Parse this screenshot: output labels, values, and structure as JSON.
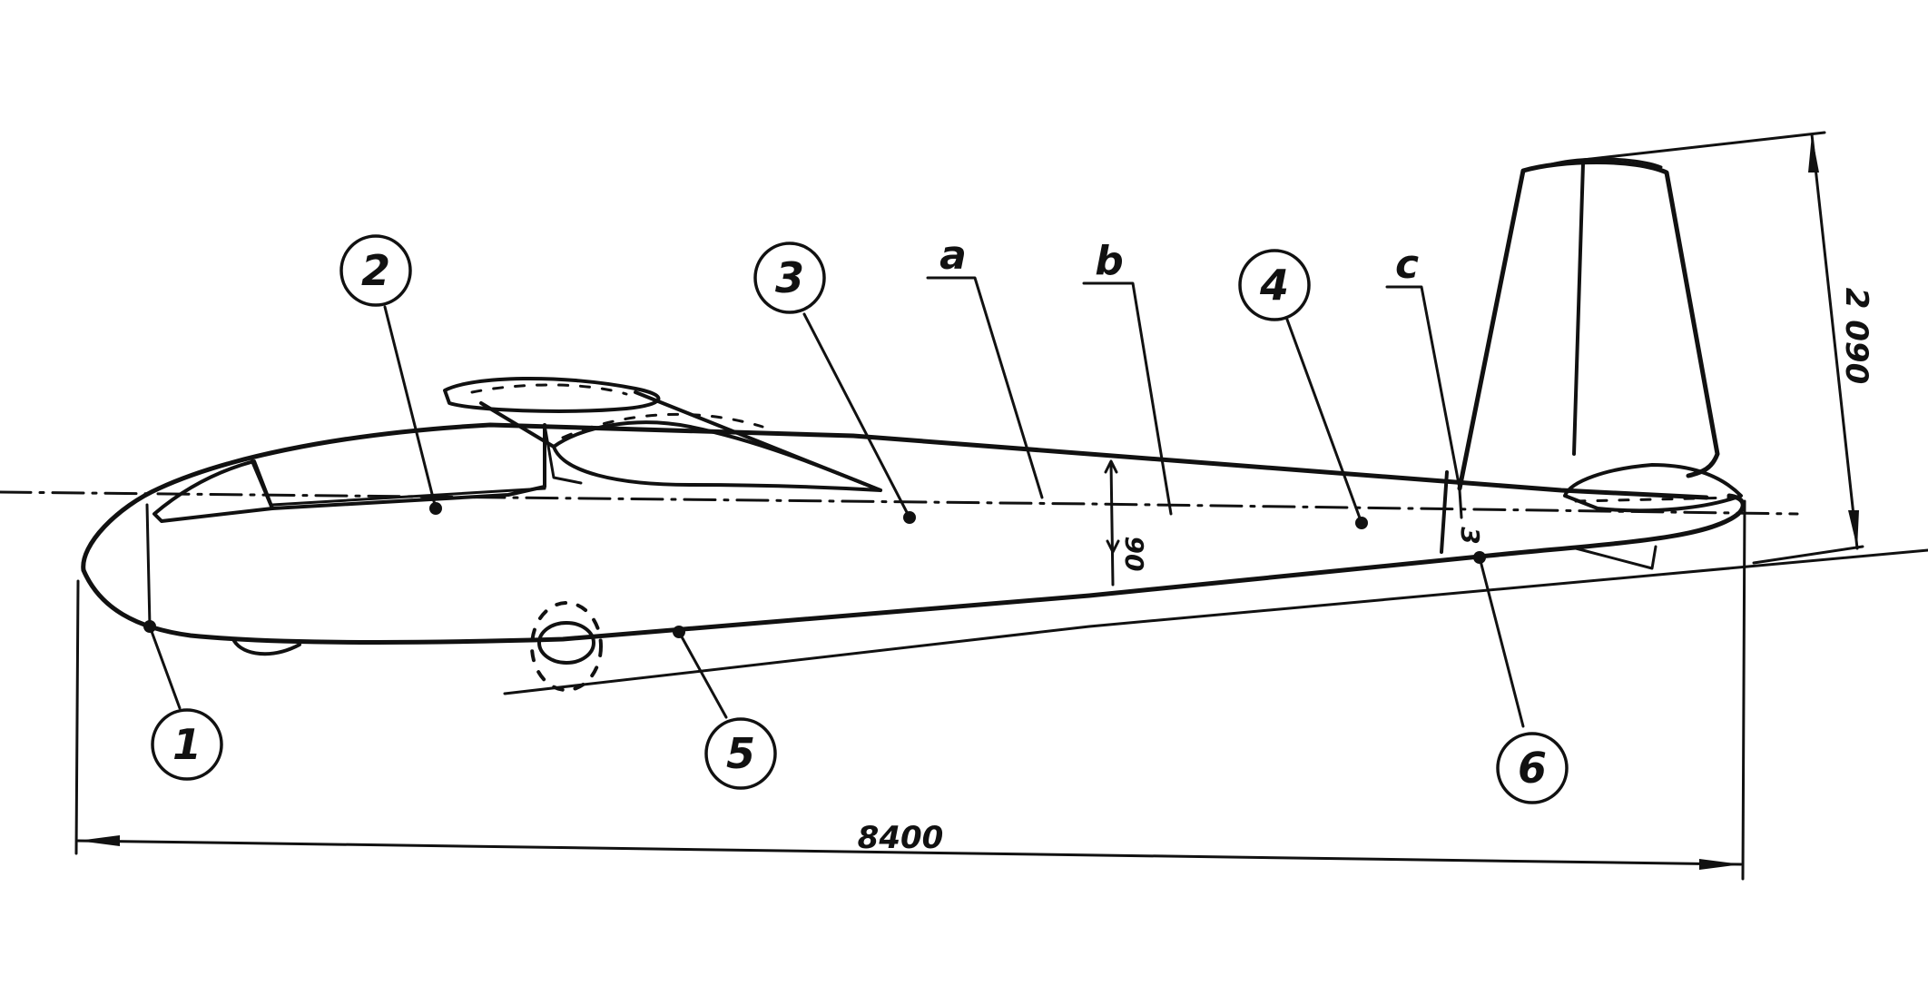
{
  "points": [
    {
      "id": "1",
      "label": "1"
    },
    {
      "id": "2",
      "label": "2"
    },
    {
      "id": "3",
      "label": "3"
    },
    {
      "id": "4",
      "label": "4"
    },
    {
      "id": "5",
      "label": "5"
    },
    {
      "id": "6",
      "label": "6"
    }
  ],
  "sections": [
    {
      "id": "a",
      "label": "a"
    },
    {
      "id": "b",
      "label": "b"
    },
    {
      "id": "c",
      "label": "c"
    }
  ],
  "dimensions": {
    "length": "8400",
    "height": "2 090",
    "offset_b": "90",
    "offset_c": "3"
  },
  "ink_color": "#111111",
  "paper_color": "#ffffff"
}
